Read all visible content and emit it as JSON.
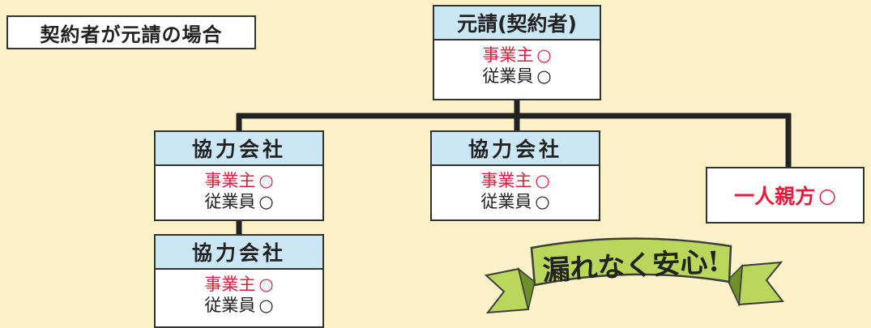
{
  "title": "契約者が元請の場合",
  "root": {
    "heading": "元請(契約者)",
    "employer": "事業主",
    "employee": "従業員",
    "mark": "○"
  },
  "subcontractors": [
    {
      "heading": "協力会社",
      "employer": "事業主",
      "employee": "従業員",
      "mark": "○"
    },
    {
      "heading": "協力会社",
      "employer": "事業主",
      "employee": "従業員",
      "mark": "○"
    },
    {
      "heading": "協力会社",
      "employer": "事業主",
      "employee": "従業員",
      "mark": "○"
    }
  ],
  "solo": {
    "label": "一人親方",
    "mark": "○"
  },
  "banner": {
    "text": "漏れなく安心!"
  },
  "colors": {
    "background": "#fdf1c8",
    "header_fill": "#cbe7f5",
    "accent_red": "#e51c3c",
    "ribbon_green": "#b9d75b"
  }
}
